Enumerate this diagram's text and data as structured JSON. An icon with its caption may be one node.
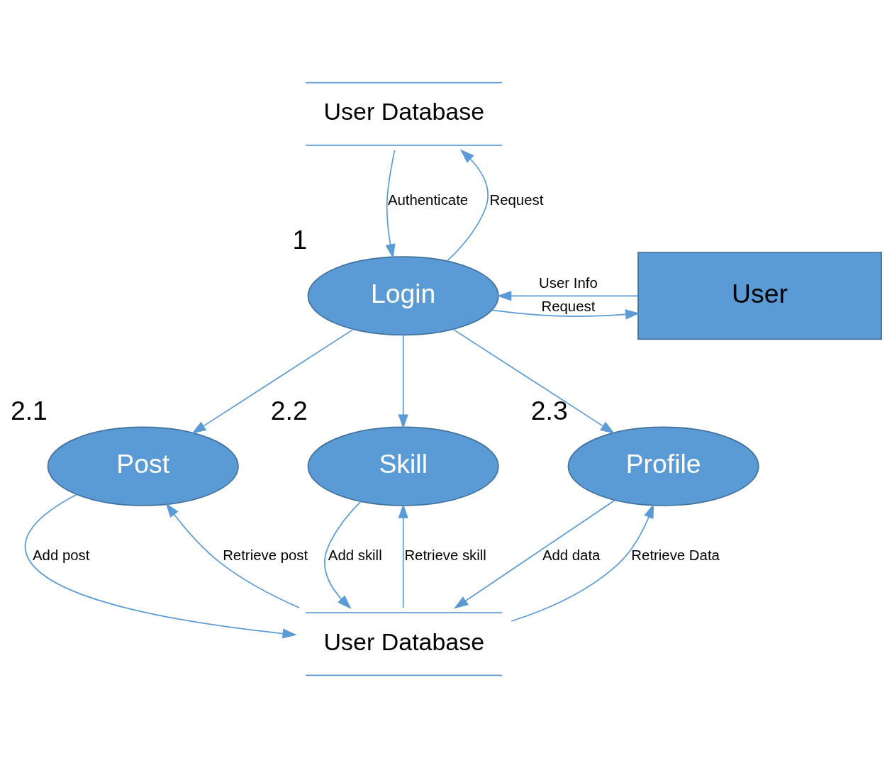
{
  "diagram": {
    "nodes": [
      {
        "text": [
          "Login"
        ],
        "beside": [
          "1"
        ]
      },
      {
        "text": [
          "User Database"
        ]
      },
      {
        "text": [
          "User"
        ]
      },
      {
        "text": [
          "Post"
        ],
        "beside": [
          "2.1"
        ]
      },
      {
        "text": [
          "Skill"
        ],
        "beside": [
          "2.2"
        ]
      },
      {
        "text": [
          "Profile"
        ],
        "beside": [
          "2.3"
        ]
      },
      {
        "text": [
          "User Database"
        ]
      }
    ],
    "edges": [
      {
        "from": 0,
        "to": 1,
        "arrow": "to",
        "label": "Request"
      },
      {
        "from": 1,
        "to": 0,
        "arrow": "to",
        "label": "Authenticate"
      },
      {
        "from": 0,
        "to": 2,
        "arrow": "to",
        "label": "Request"
      },
      {
        "from": 2,
        "to": 0,
        "arrow": "to",
        "label": "User Info"
      },
      {
        "from": 0,
        "to": 3,
        "arrow": "to"
      },
      {
        "from": 0,
        "to": 4,
        "arrow": "to"
      },
      {
        "from": 0,
        "to": 5,
        "arrow": "to"
      },
      {
        "from": 3,
        "to": 6,
        "arrow": "to",
        "label": "Add post"
      },
      {
        "from": 6,
        "to": 3,
        "arrow": "to",
        "label": "Retrieve post"
      },
      {
        "from": 4,
        "to": 6,
        "arrow": "to",
        "label": "Add skill"
      },
      {
        "from": 6,
        "to": 4,
        "arrow": "to",
        "label": "Retrieve skill"
      },
      {
        "from": 5,
        "to": 6,
        "arrow": "to",
        "label": "Add data"
      },
      {
        "from": 6,
        "to": 5,
        "arrow": "to",
        "label": "Retrieve Data"
      }
    ]
  }
}
